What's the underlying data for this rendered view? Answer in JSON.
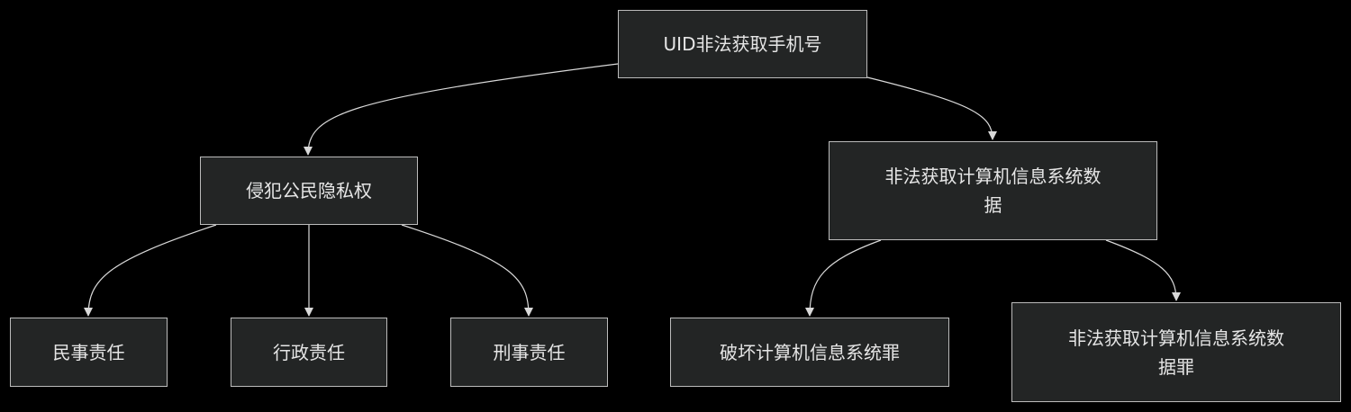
{
  "colors": {
    "background": "#000000",
    "node_fill": "#232525",
    "node_border": "#bcbcbc",
    "text": "#e6e6e6",
    "edge": "#d9d9d9"
  },
  "nodes": {
    "root": "UID非法获取手机号",
    "privacy": "侵犯公民隐私权",
    "illegal_data": "非法获取计算机信息系统数据",
    "civil": "民事责任",
    "administrative": "行政责任",
    "criminal": "刑事责任",
    "sabotage_crime": "破坏计算机信息系统罪",
    "illegal_data_crime": "非法获取计算机信息系统数据罪"
  },
  "edges": [
    {
      "from": "root",
      "to": "privacy"
    },
    {
      "from": "root",
      "to": "illegal_data"
    },
    {
      "from": "privacy",
      "to": "civil"
    },
    {
      "from": "privacy",
      "to": "administrative"
    },
    {
      "from": "privacy",
      "to": "criminal"
    },
    {
      "from": "illegal_data",
      "to": "sabotage_crime"
    },
    {
      "from": "illegal_data",
      "to": "illegal_data_crime"
    }
  ]
}
